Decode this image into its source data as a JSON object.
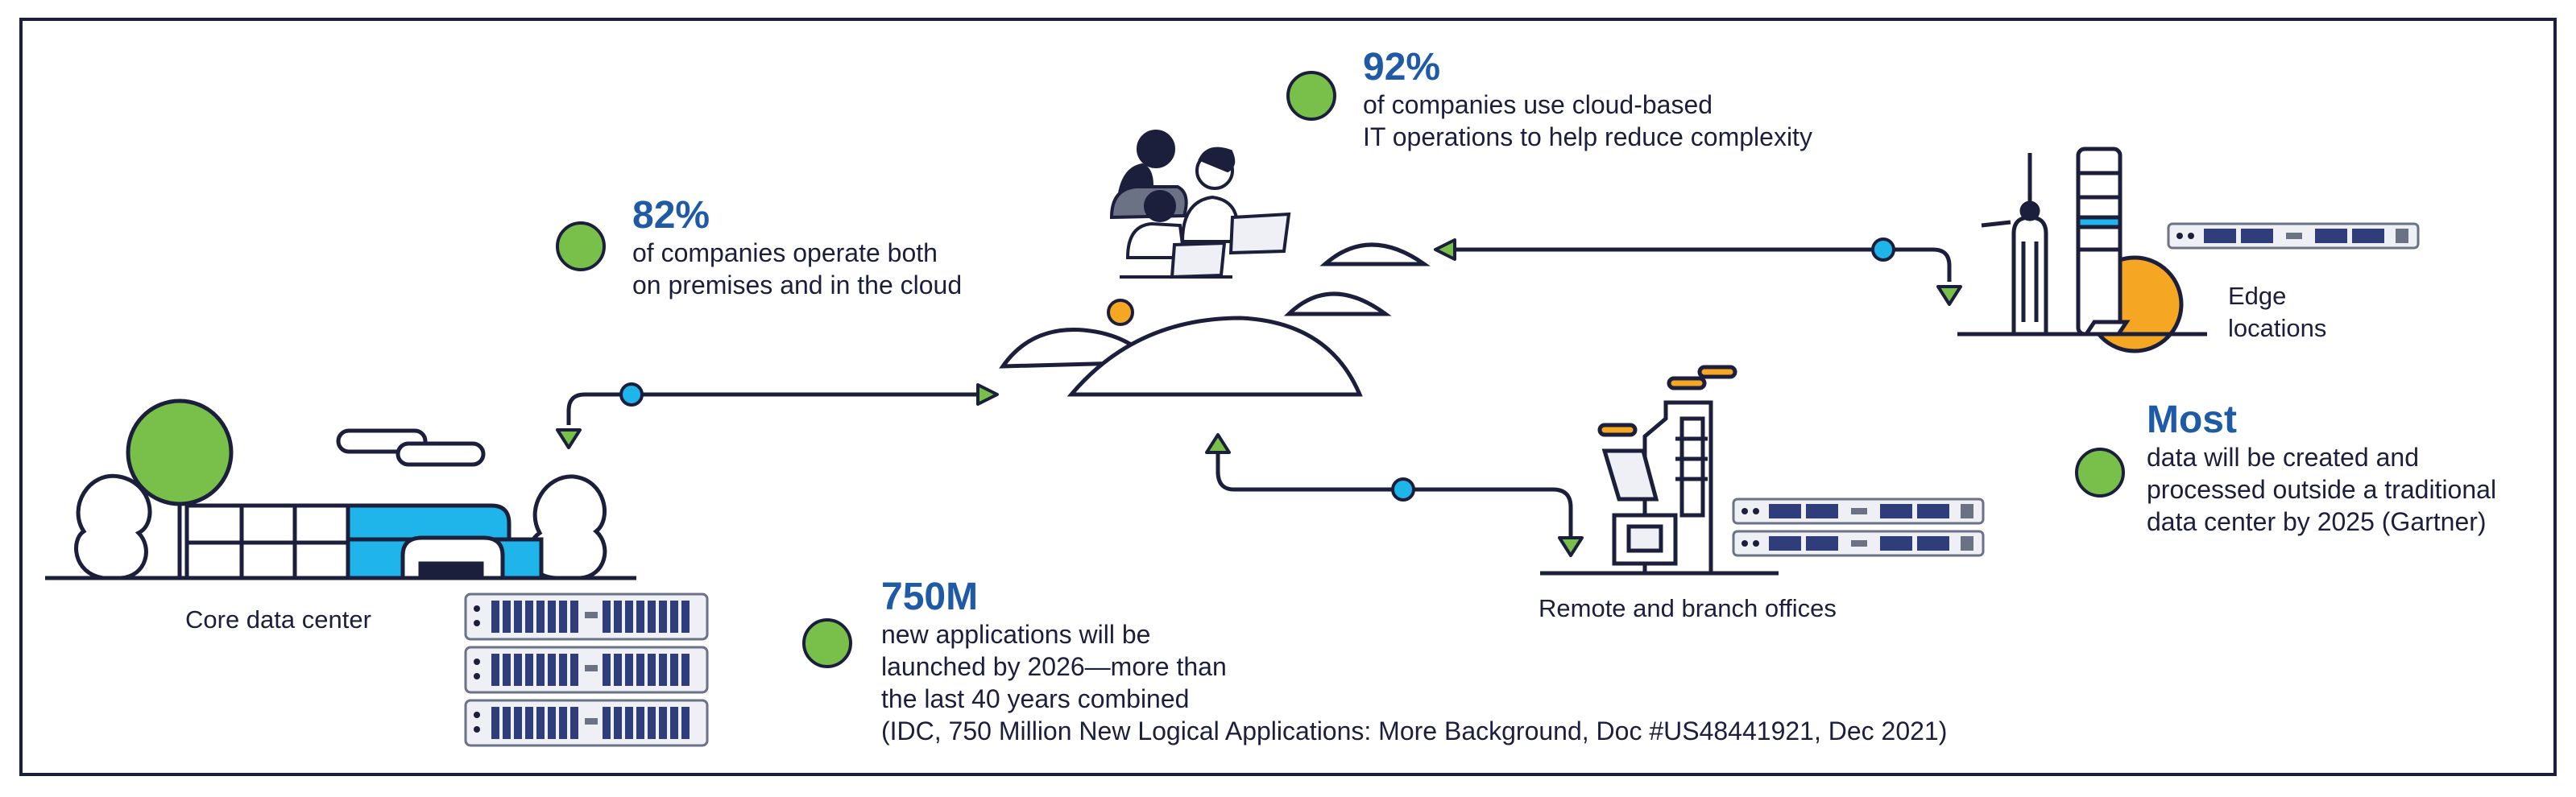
{
  "colors": {
    "accent_blue": "#1f5aa6",
    "green": "#78c04a",
    "cyan": "#1fb5ea",
    "orange": "#f5a623",
    "navy": "#1b1f3b"
  },
  "stats": {
    "hybrid": {
      "value": "82%",
      "text": [
        "of companies operate both",
        "on premises and in the cloud"
      ]
    },
    "cloud_ops": {
      "value": "92%",
      "text": [
        "of companies use cloud-based",
        "IT operations to help reduce complexity"
      ]
    },
    "apps": {
      "value": "750M",
      "text": [
        "new applications will be",
        "launched by 2026—more than",
        "the last 40 years combined",
        "(IDC, 750 Million New Logical Applications: More Background, Doc #US48441921, Dec 2021)"
      ]
    },
    "edge_data": {
      "value": "Most",
      "text": [
        "data will be created and",
        "processed outside a traditional",
        "data center by 2025 (Gartner)"
      ]
    }
  },
  "locations": {
    "core": "Core data center",
    "remote": "Remote and branch offices",
    "edge": [
      "Edge",
      "locations"
    ]
  },
  "icons": [
    "stat-dot-icon",
    "cloud-icon",
    "people-laptop-icon",
    "building-icon",
    "tree-icon",
    "server-rack-icon",
    "arrow-icon",
    "connector-node-icon"
  ]
}
